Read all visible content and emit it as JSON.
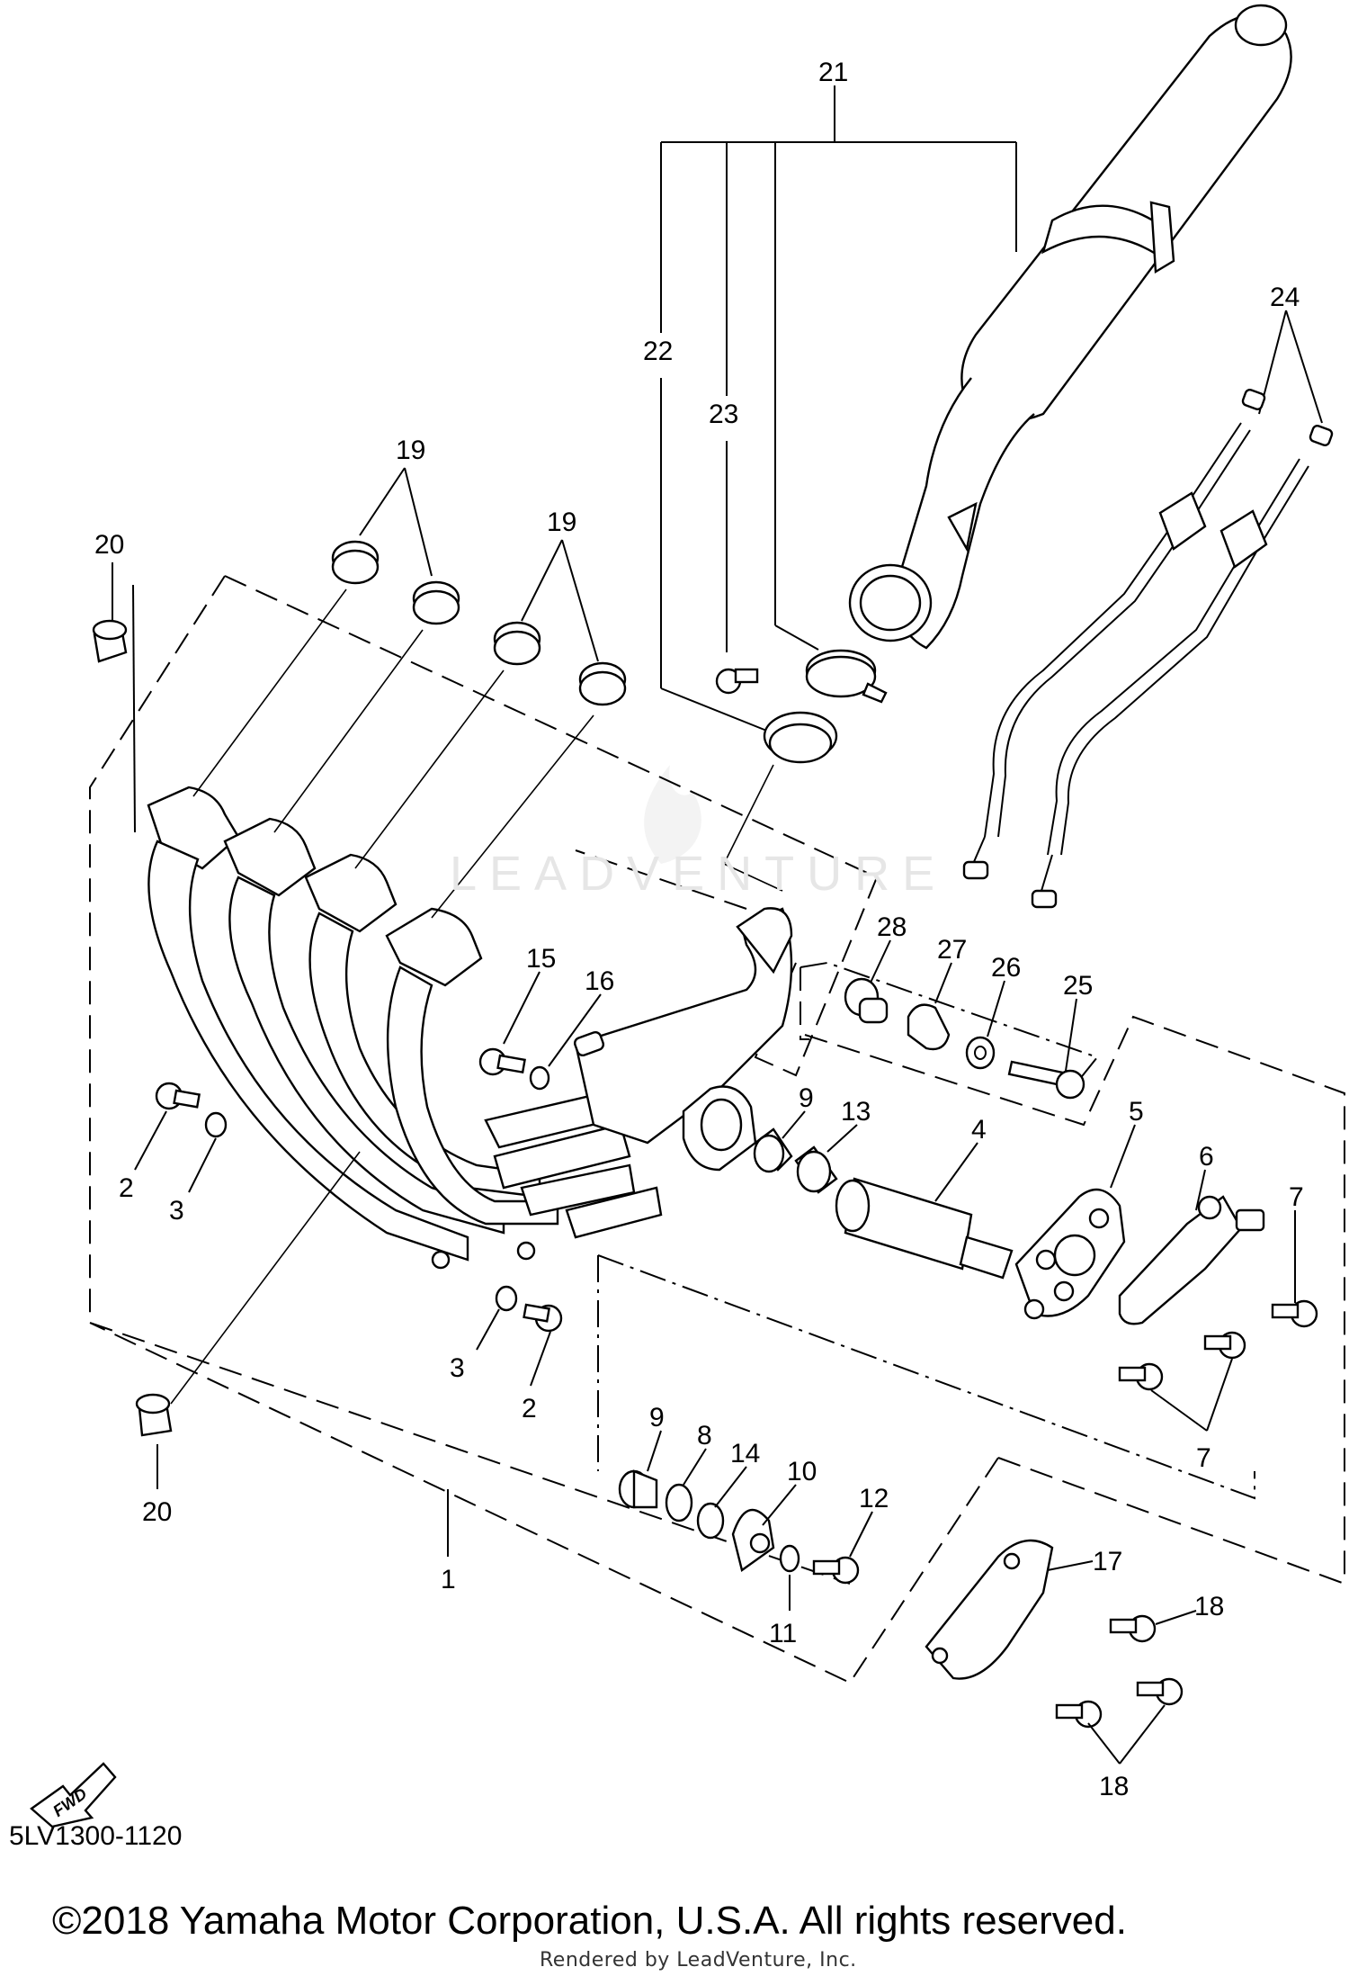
{
  "diagram": {
    "callouts": [
      "1",
      "2",
      "2",
      "3",
      "3",
      "4",
      "5",
      "6",
      "7",
      "7",
      "8",
      "9",
      "9",
      "10",
      "11",
      "12",
      "13",
      "14",
      "15",
      "16",
      "17",
      "18",
      "18",
      "19",
      "19",
      "20",
      "20",
      "21",
      "22",
      "23",
      "24",
      "25",
      "26",
      "27",
      "28"
    ],
    "front_arrow_label": "FWD",
    "drawing_code": "5LV1300-1120",
    "copyright": "©2018 Yamaha Motor Corporation, U.S.A. All rights reserved.",
    "rendered_by": "Rendered by LeadVenture, Inc.",
    "watermark_text": "LEADVENTURE",
    "watermark_icon": "flame-logo-icon"
  }
}
